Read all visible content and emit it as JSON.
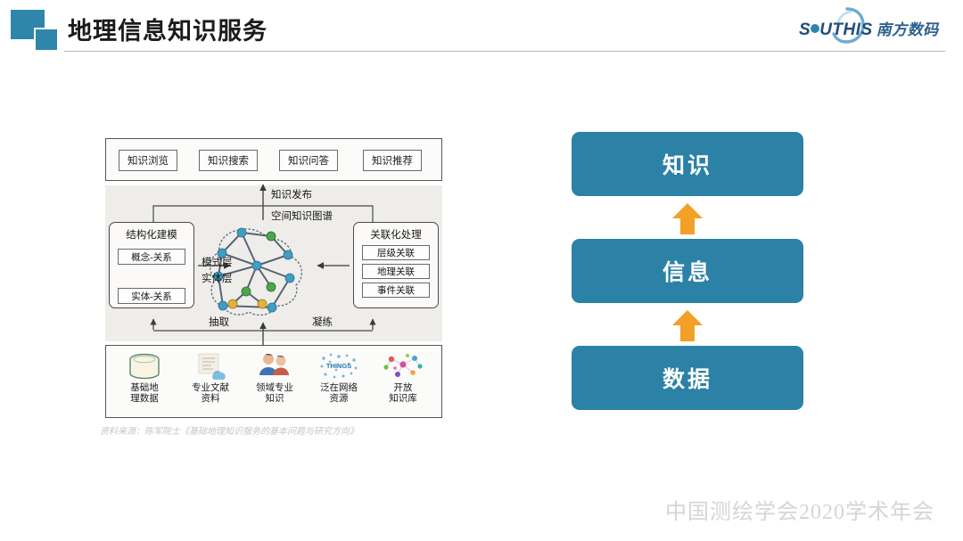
{
  "header": {
    "title": "地理信息知识服务",
    "mark_color": "#2e86ab",
    "rule_color": "#b9b9b9"
  },
  "brand": {
    "name_en_part1": "S",
    "name_en_part2": "UTHIS",
    "name_cn": "南方数码",
    "color": "#1f4e79",
    "accent": "#2e86ab"
  },
  "figure": {
    "services": [
      {
        "label": "知识浏览"
      },
      {
        "label": "知识搜索"
      },
      {
        "label": "知识问答"
      },
      {
        "label": "知识推荐"
      }
    ],
    "publish_label": "知识发布",
    "graph_label": "空间知识图谱",
    "left_box": {
      "title": "结构化建模",
      "items": [
        "概念-关系",
        "实体-关系"
      ]
    },
    "right_box": {
      "title": "关联化处理",
      "items": [
        "层级关联",
        "地理关联",
        "事件关联"
      ]
    },
    "layer_labels": [
      "模式层",
      "实体层"
    ],
    "flow_labels": [
      "抽取",
      "凝练"
    ],
    "sources": [
      {
        "label": "基础地\n理数据",
        "icon": "database-icon"
      },
      {
        "label": "专业文献\n资料",
        "icon": "documents-cloud-icon"
      },
      {
        "label": "领域专业\n知识",
        "icon": "people-icon"
      },
      {
        "label": "泛在网络\n资源",
        "icon": "network-things-icon"
      },
      {
        "label": "开放\n知识库",
        "icon": "open-graph-icon"
      }
    ],
    "caption": "资料来源：陈军院士《基础地理知识服务的基本问题与研究方向》"
  },
  "stack": {
    "box_color": "#2b81a6",
    "arrow_color": "#f2a026",
    "levels": [
      {
        "label": "知识"
      },
      {
        "label": "信息"
      },
      {
        "label": "数据"
      }
    ]
  },
  "footer": {
    "text": "中国测绘学会2020学术年会"
  }
}
